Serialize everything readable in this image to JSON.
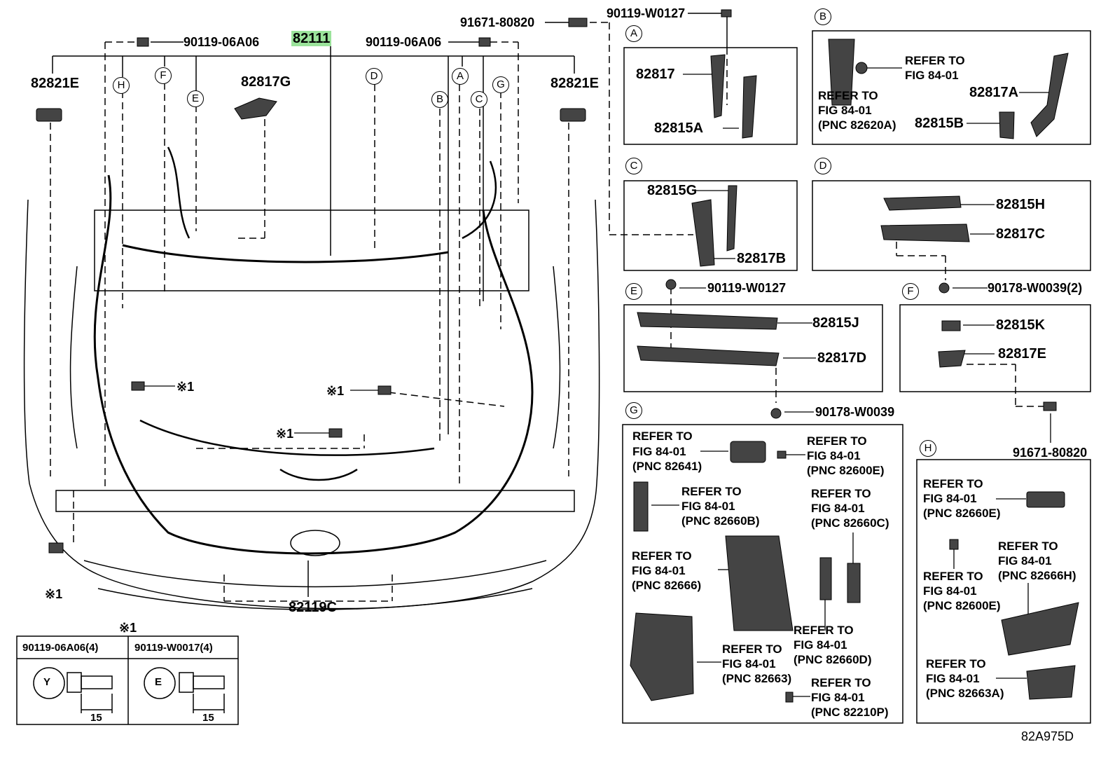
{
  "main": {
    "harness_pnc": "82111",
    "left_clamp": "82821E",
    "right_clamp": "82821E",
    "bracket_g": "82817G",
    "bottom_harness": "82119C",
    "bolt_left": "90119-06A06",
    "bolt_right": "90119-06A06",
    "clip_top": "91671-80820",
    "screw_top": "90119-W0127",
    "mark_1": "※1",
    "mark_2": "※1",
    "mark_3": "※1",
    "mark_4": "※1",
    "mark_5": "※1"
  },
  "callouts": [
    "H",
    "F",
    "E",
    "D",
    "B",
    "A",
    "C",
    "G"
  ],
  "panel_a": {
    "letter": "A",
    "p1": "82817",
    "p2": "82815A"
  },
  "panel_b": {
    "letter": "B",
    "ref1_l1": "REFER TO",
    "ref1_l2": "FIG 84-01",
    "ref2_l1": "REFER TO",
    "ref2_l2": "FIG 84-01",
    "ref2_l3": "(PNC 82620A)",
    "p1": "82817A",
    "p2": "82815B"
  },
  "panel_c": {
    "letter": "C",
    "p1": "82815G",
    "p2": "82817B"
  },
  "panel_d": {
    "letter": "D",
    "p1": "82815H",
    "p2": "82817C",
    "clip": "90178-W0039(2)"
  },
  "panel_e": {
    "letter": "E",
    "screw": "90119-W0127",
    "p1": "82815J",
    "p2": "82817D",
    "clip": "90178-W0039"
  },
  "panel_f": {
    "letter": "F",
    "p1": "82815K",
    "p2": "82817E",
    "clip": "91671-80820"
  },
  "panel_g": {
    "letter": "G",
    "refs": [
      {
        "l1": "REFER TO",
        "l2": "FIG 84-01",
        "l3": "(PNC 82641)"
      },
      {
        "l1": "REFER TO",
        "l2": "FIG 84-01",
        "l3": "(PNC 82600E)"
      },
      {
        "l1": "REFER TO",
        "l2": "FIG 84-01",
        "l3": "(PNC 82660B)"
      },
      {
        "l1": "REFER TO",
        "l2": "FIG 84-01",
        "l3": "(PNC 82660C)"
      },
      {
        "l1": "REFER TO",
        "l2": "FIG 84-01",
        "l3": "(PNC 82666)"
      },
      {
        "l1": "REFER TO",
        "l2": "FIG 84-01",
        "l3": "(PNC 82660D)"
      },
      {
        "l1": "REFER TO",
        "l2": "FIG 84-01",
        "l3": "(PNC 82663)"
      },
      {
        "l1": "REFER TO",
        "l2": "FIG 84-01",
        "l3": "(PNC 82210P)"
      }
    ]
  },
  "panel_h": {
    "letter": "H",
    "refs": [
      {
        "l1": "REFER TO",
        "l2": "FIG 84-01",
        "l3": "(PNC 82660E)"
      },
      {
        "l1": "REFER TO",
        "l2": "FIG 84-01",
        "l3": "(PNC 82666H)"
      },
      {
        "l1": "REFER TO",
        "l2": "FIG 84-01",
        "l3": "(PNC 82600E)"
      },
      {
        "l1": "REFER TO",
        "l2": "FIG 84-01",
        "l3": "(PNC 82663A)"
      }
    ]
  },
  "legend": {
    "mark": "※1",
    "col1_header": "90119-06A06(4)",
    "col2_header": "90119-W0017(4)",
    "col1_head_mark": "Y",
    "col2_head_mark": "E",
    "col1_dim": "15",
    "col2_dim": "15"
  },
  "figure_code": "82A975D",
  "colors": {
    "highlight": "#9be39b",
    "ink": "#000000"
  }
}
